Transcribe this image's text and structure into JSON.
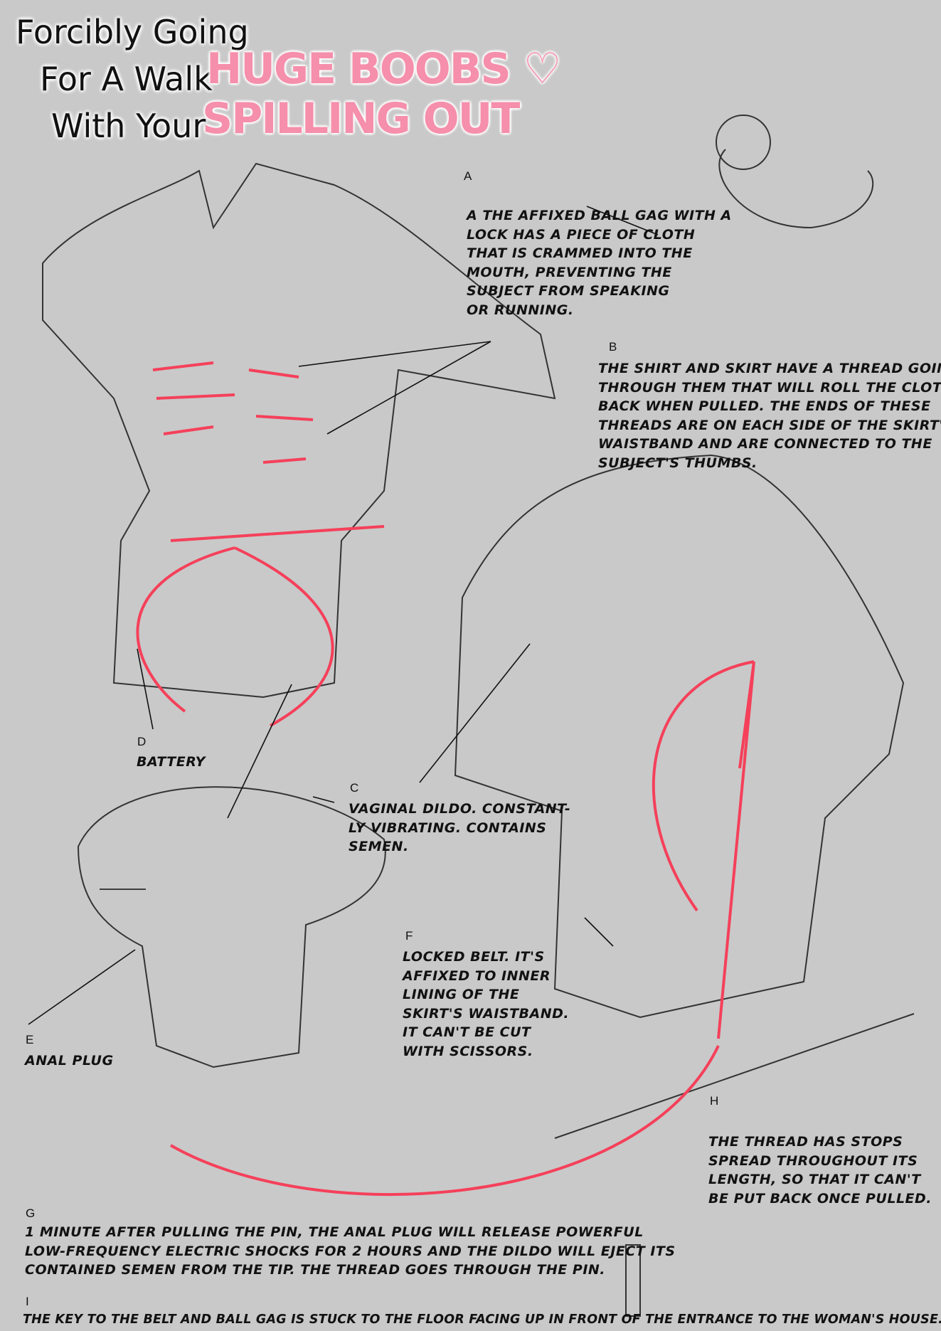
{
  "title": {
    "script_lines": [
      "Forcibly Going",
      "For A Walk",
      "With Your"
    ],
    "pink_lines": [
      "HUGE BOOBS ♡",
      "SPILLING OUT"
    ]
  },
  "colors": {
    "background": "#c9c9c9",
    "accent": "#f5405a",
    "title_pink": "#f58fab"
  },
  "annotations": {
    "A": {
      "label": "A",
      "lines": [
        "A the affixed ball gag with a",
        "lock has a piece of cloth",
        "that is crammed into the",
        "mouth, preventing the",
        "subject from speaking",
        "or running."
      ]
    },
    "B": {
      "label": "B",
      "lines": [
        "The shirt and skirt have a thread going",
        "through them that will roll the cloth",
        "back when pulled. The ends of these",
        "threads are on each side of the skirt's",
        "waistband and are connected to the",
        "subject's thumbs."
      ]
    },
    "C": {
      "label": "C",
      "lines": [
        "Vaginal dildo. Constant-",
        "ly vibrating. Contains",
        "semen."
      ]
    },
    "D": {
      "label": "D",
      "lines": [
        "Battery"
      ]
    },
    "E": {
      "label": "E",
      "lines": [
        "Anal plug"
      ]
    },
    "F": {
      "label": "F",
      "lines": [
        "Locked belt. It's",
        "affixed to inner",
        "lining of the",
        "skirt's waistband.",
        "It can't be cut",
        "with scissors."
      ]
    },
    "G": {
      "label": "G",
      "lines": [
        "1 minute after pulling the pin, the anal plug will release powerful",
        "low-frequency electric shocks for 2 hours and the dildo will eject its",
        "contained semen from the tip. The thread goes through the pin."
      ]
    },
    "H": {
      "label": "H",
      "lines": [
        "The thread has stops",
        "spread throughout its",
        "length, so that it can't",
        "be put back once pulled."
      ]
    },
    "I": {
      "label": "I",
      "lines": [
        "The key to the belt and ball gag is stuck to the floor facing up in front of the entrance to the woman's house."
      ]
    }
  }
}
